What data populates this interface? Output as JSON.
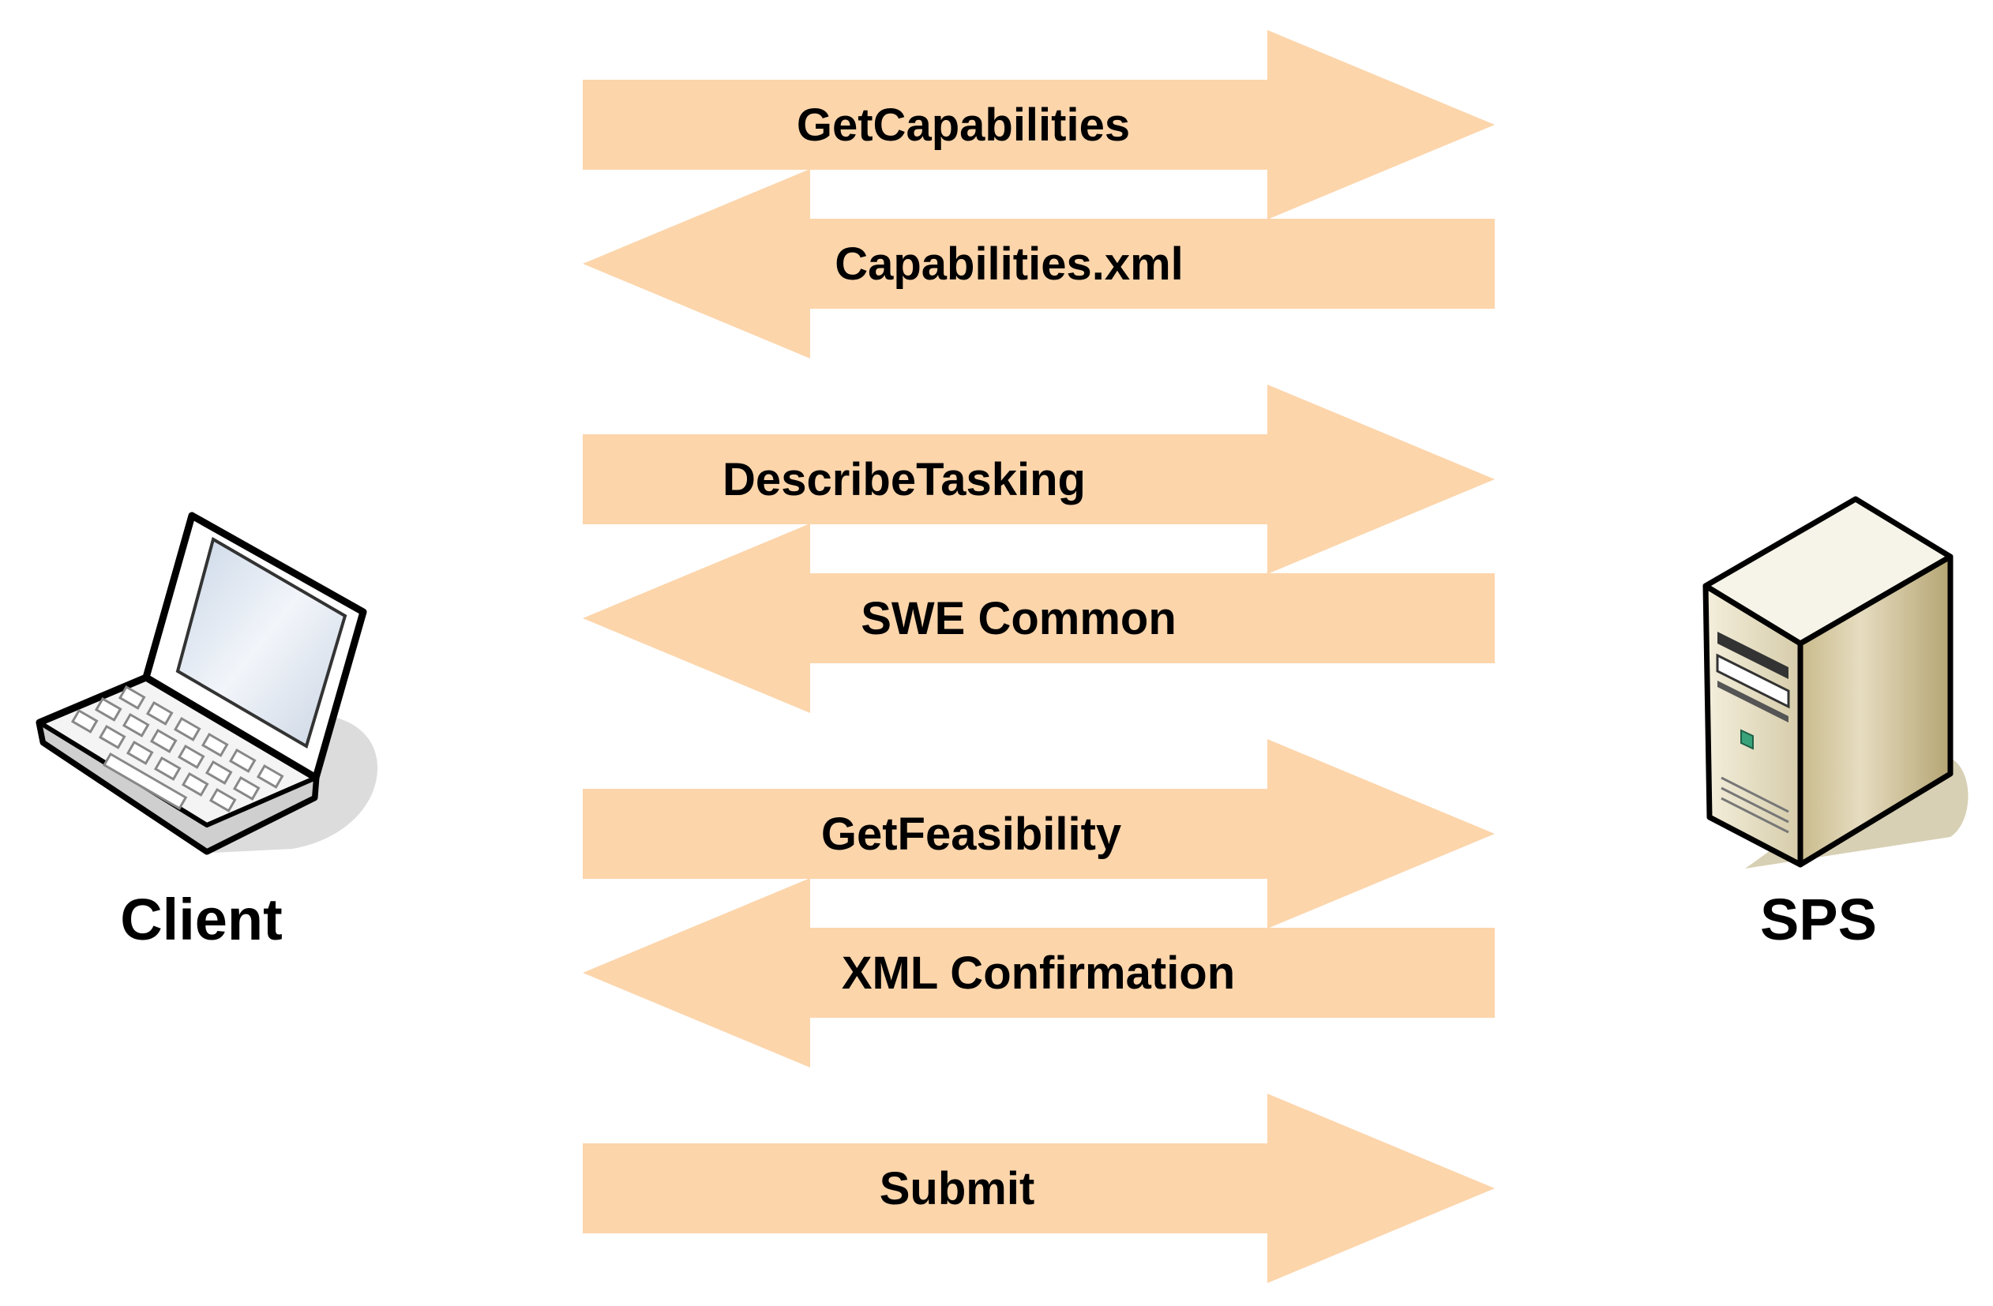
{
  "colors": {
    "arrow_fill": "#FCD5AB",
    "text": "#000000"
  },
  "client": {
    "label": "Client",
    "icon": "laptop-icon"
  },
  "server": {
    "label": "SPS",
    "icon": "server-tower-icon"
  },
  "messages": [
    {
      "label": "GetCapabilities",
      "direction": "client-to-server"
    },
    {
      "label": "Capabilities.xml",
      "direction": "server-to-client"
    },
    {
      "label": "DescribeTasking",
      "direction": "client-to-server"
    },
    {
      "label": "SWE Common",
      "direction": "server-to-client"
    },
    {
      "label": "GetFeasibility",
      "direction": "client-to-server"
    },
    {
      "label": "XML Confirmation",
      "direction": "server-to-client"
    },
    {
      "label": "Submit",
      "direction": "client-to-server"
    }
  ]
}
